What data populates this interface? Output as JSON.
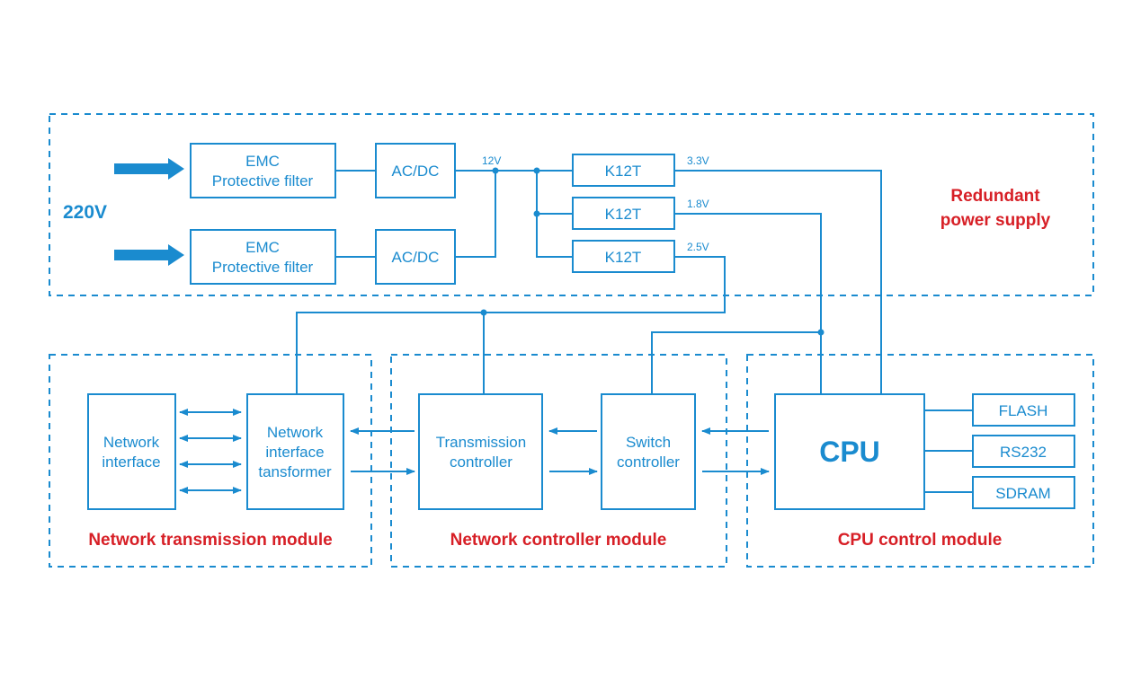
{
  "power": {
    "input_label": "220V",
    "emc1": [
      "EMC",
      "Protective filter"
    ],
    "emc2": [
      "EMC",
      "Protective filter"
    ],
    "acdc1": "AC/DC",
    "acdc2": "AC/DC",
    "bus_label": "12V",
    "reg1": "K12T",
    "reg2": "K12T",
    "reg3": "K12T",
    "v1": "3.3V",
    "v2": "1.8V",
    "v3": "2.5V",
    "title": [
      "Redundant",
      "power supply"
    ]
  },
  "network_transmission": {
    "interface": [
      "Network",
      "interface"
    ],
    "transformer": [
      "Network",
      "interface",
      "tansformer"
    ],
    "title": "Network transmission module"
  },
  "network_controller": {
    "transmission": [
      "Transmission",
      "controller"
    ],
    "switch": [
      "Switch",
      "controller"
    ],
    "title": "Network controller module"
  },
  "cpu_control": {
    "cpu": "CPU",
    "flash": "FLASH",
    "rs232": "RS232",
    "sdram": "SDRAM",
    "title": "CPU control module"
  },
  "colors": {
    "accent": "#1a8bcf",
    "label": "#d71f26"
  }
}
